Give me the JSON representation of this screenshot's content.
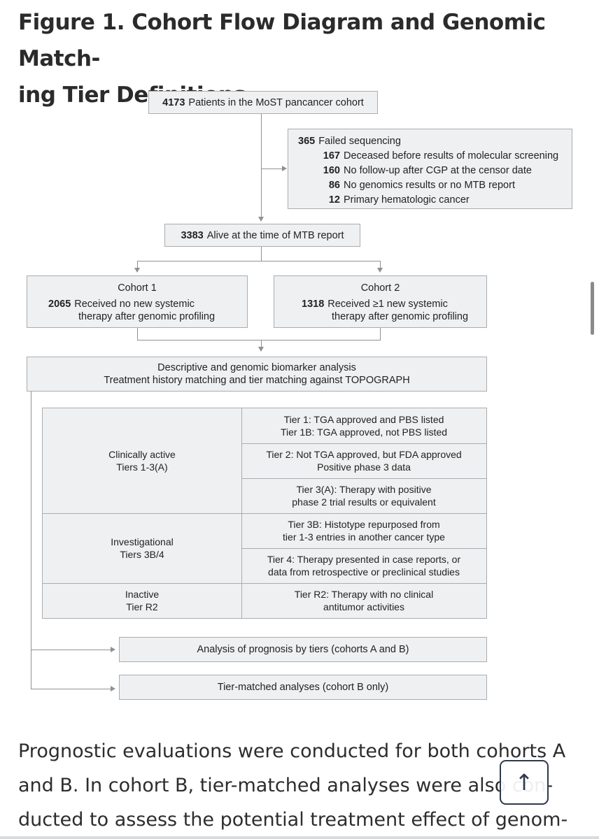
{
  "figure": {
    "title_line1": "Figure 1.  Cohort Flow Diagram and Genomic Match-",
    "title_line2": "ing Tier Definitions"
  },
  "flow": {
    "top": {
      "count": "4173",
      "label": "Patients in the MoST pancancer cohort"
    },
    "exclusion": {
      "count": "365",
      "label": "Failed sequencing",
      "items": [
        {
          "count": "167",
          "label": "Deceased before results of molecular screening"
        },
        {
          "count": "160",
          "label": "No follow-up after CGP at the censor date"
        },
        {
          "count": "86",
          "label": "No genomics results or no MTB report"
        },
        {
          "count": "12",
          "label": "Primary hematologic cancer"
        }
      ]
    },
    "alive": {
      "count": "3383",
      "label": "Alive at the time of MTB report"
    },
    "cohort1": {
      "title": "Cohort 1",
      "count": "2065",
      "line1": "Received no new systemic",
      "line2": "therapy after genomic profiling"
    },
    "cohort2": {
      "title": "Cohort 2",
      "count": "1318",
      "line1": "Received ≥1 new systemic",
      "line2": "therapy after genomic profiling"
    },
    "analysis": {
      "line1": "Descriptive and genomic biomarker analysis",
      "line2": "Treatment history matching and tier matching against TOPOGRAPH"
    },
    "tiers": {
      "groups": [
        {
          "line1": "Clinically active",
          "line2": "Tiers 1-3(A)"
        },
        {
          "line1": "Investigational",
          "line2": "Tiers 3B/4"
        },
        {
          "line1": "Inactive",
          "line2": "Tier R2"
        }
      ],
      "definitions": [
        {
          "line1": "Tier 1: TGA approved and PBS listed",
          "line2": "Tier 1B: TGA approved, not PBS listed"
        },
        {
          "line1": "Tier 2: Not TGA approved, but FDA approved",
          "line2": "Positive phase 3 data"
        },
        {
          "line1": "Tier 3(A): Therapy with positive",
          "line2": "phase 2 trial results or equivalent"
        },
        {
          "line1": "Tier 3B: Histotype repurposed from",
          "line2": "tier 1-3 entries in another cancer type"
        },
        {
          "line1": "Tier 4: Therapy presented in case reports, or",
          "line2": "data from retrospective or preclinical studies"
        },
        {
          "line1": "Tier R2: Therapy with no clinical",
          "line2": "antitumor activities"
        }
      ]
    },
    "outcome1": "Analysis of prognosis by tiers (cohorts A and B)",
    "outcome2": "Tier-matched analyses (cohort B only)"
  },
  "body": {
    "line1": "Prognostic evaluations were conducted for both cohorts A",
    "line2": "and B. In cohort B, tier-matched analyses were also con-",
    "line3": "ducted to assess the potential treatment effect of genom-"
  },
  "ui": {
    "scroll_top_icon": "arrow-up-icon",
    "scroll_top_glyph": "↑"
  }
}
